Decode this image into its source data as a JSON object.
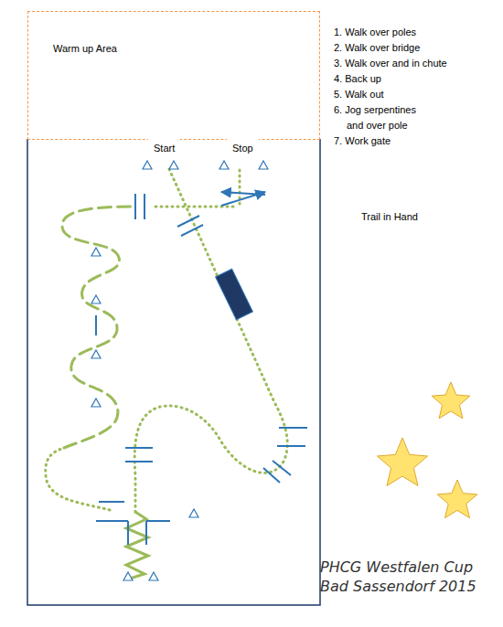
{
  "diagram": {
    "caption": "PHCG Westfalen Cup Bad Sassendorf 2015",
    "nodes": [
      {
        "text": [
          "Warm up Area"
        ]
      }
    ],
    "labels": [
      "1. Walk over poles",
      "2. Walk over bridge",
      "3. Walk over and in chute",
      "4. Back up",
      "5. Walk out",
      "6. Jog serpentines and over pole",
      "7. Work gate",
      "Trail in Hand",
      "Start",
      "Stop"
    ]
  }
}
